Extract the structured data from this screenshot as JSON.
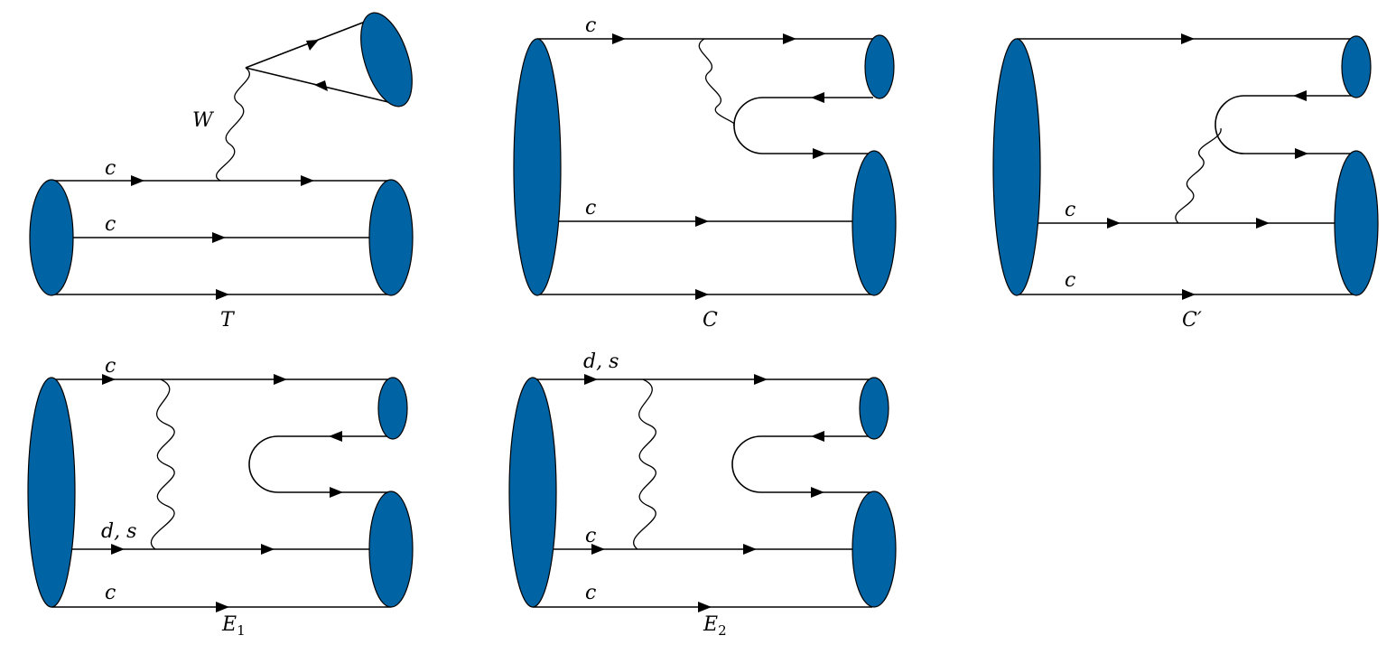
{
  "diagrams": [
    {
      "caption": "T",
      "line_labels": [
        "c",
        "c"
      ],
      "boson_label": "W"
    },
    {
      "caption": "C",
      "line_labels": [
        "c",
        "c"
      ]
    },
    {
      "caption": "C′",
      "line_labels": [
        "c",
        "c"
      ]
    },
    {
      "caption_base": "E",
      "caption_sub": "1",
      "line_labels": [
        "c",
        "d, s",
        "c"
      ]
    },
    {
      "caption_base": "E",
      "caption_sub": "2",
      "line_labels": [
        "d, s",
        "c",
        "c"
      ]
    }
  ],
  "colors": {
    "blob": "#0063a3",
    "line": "#000000"
  }
}
